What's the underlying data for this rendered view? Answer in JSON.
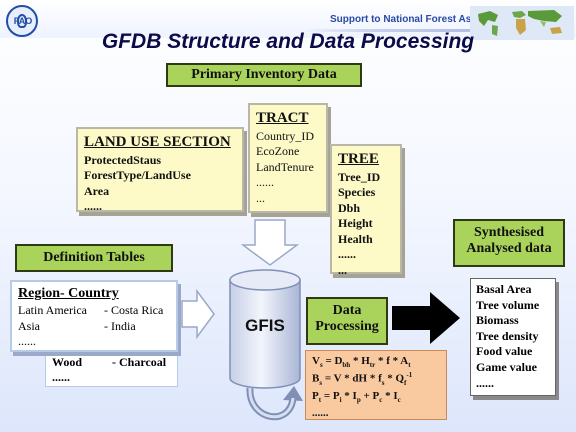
{
  "header": {
    "logo_text": "FAO",
    "support_banner": "Support to National Forest Assessment",
    "title": "GFDB Structure and Data Processing"
  },
  "primary_inventory": {
    "label": "Primary Inventory Data"
  },
  "land_use": {
    "heading": "LAND USE SECTION",
    "items": [
      "ProtectedStaus",
      "ForestType/LandUse",
      "Area",
      "......"
    ]
  },
  "tract": {
    "heading": "TRACT",
    "items": [
      "Country_ID",
      "EcoZone",
      "LandTenure",
      "......",
      "..."
    ]
  },
  "tree": {
    "heading": "TREE",
    "items": [
      "Tree_ID",
      "Species",
      "Dbh",
      "Height",
      "Health",
      "......",
      "..."
    ]
  },
  "definition_tables": {
    "label": "Definition Tables"
  },
  "region_country": {
    "heading": "Region- Country",
    "rows": [
      {
        "left": "Latin America",
        "right": "- Costa Rica"
      },
      {
        "left": "Asia",
        "right": "- India"
      }
    ],
    "more": "......"
  },
  "wood_table": {
    "rows": [
      {
        "left": "Wood",
        "right": "- Charcoal"
      }
    ],
    "more": "......"
  },
  "gfis": {
    "label": "GFIS"
  },
  "data_processing": {
    "label_line1": "Data",
    "label_line2": "Processing"
  },
  "formulas": {
    "f1": {
      "lhs": "V",
      "lhs_sub": "s",
      "rhs": "= D",
      "t1_sub": "bh",
      "t2": " * H",
      "t2_sub": "tr",
      "t3": " * f * A",
      "t3_sub": "t"
    },
    "f2": {
      "lhs": "B",
      "lhs_sub": "s",
      "rhs": "= V * dH * f",
      "t1_sub": "s",
      "t2": " * Q",
      "t2_sub": "f",
      "t2_sup": "-1"
    },
    "f3": {
      "lhs": "P",
      "lhs_sub": "t",
      "rhs": "= P",
      "t1_sub": "i",
      "t2": " * I",
      "t2_sub": "p",
      "t3": " + P",
      "t3_sub": "c",
      "t4": " * I",
      "t4_sub": "c"
    },
    "more": "......"
  },
  "synthesised": {
    "label_line1": "Synthesised",
    "label_line2": "Analysed data"
  },
  "outputs": {
    "items": [
      "Basal Area",
      "Tree volume",
      "Biomass",
      "Tree density",
      "Food value",
      "Game value",
      "......"
    ]
  },
  "colors": {
    "label_green": "#a9d35a",
    "card_yellow": "#fdfac8",
    "formula_orange": "#f9c9a0",
    "title_navy": "#0b0b4a",
    "banner_blue": "#2a49a6"
  }
}
